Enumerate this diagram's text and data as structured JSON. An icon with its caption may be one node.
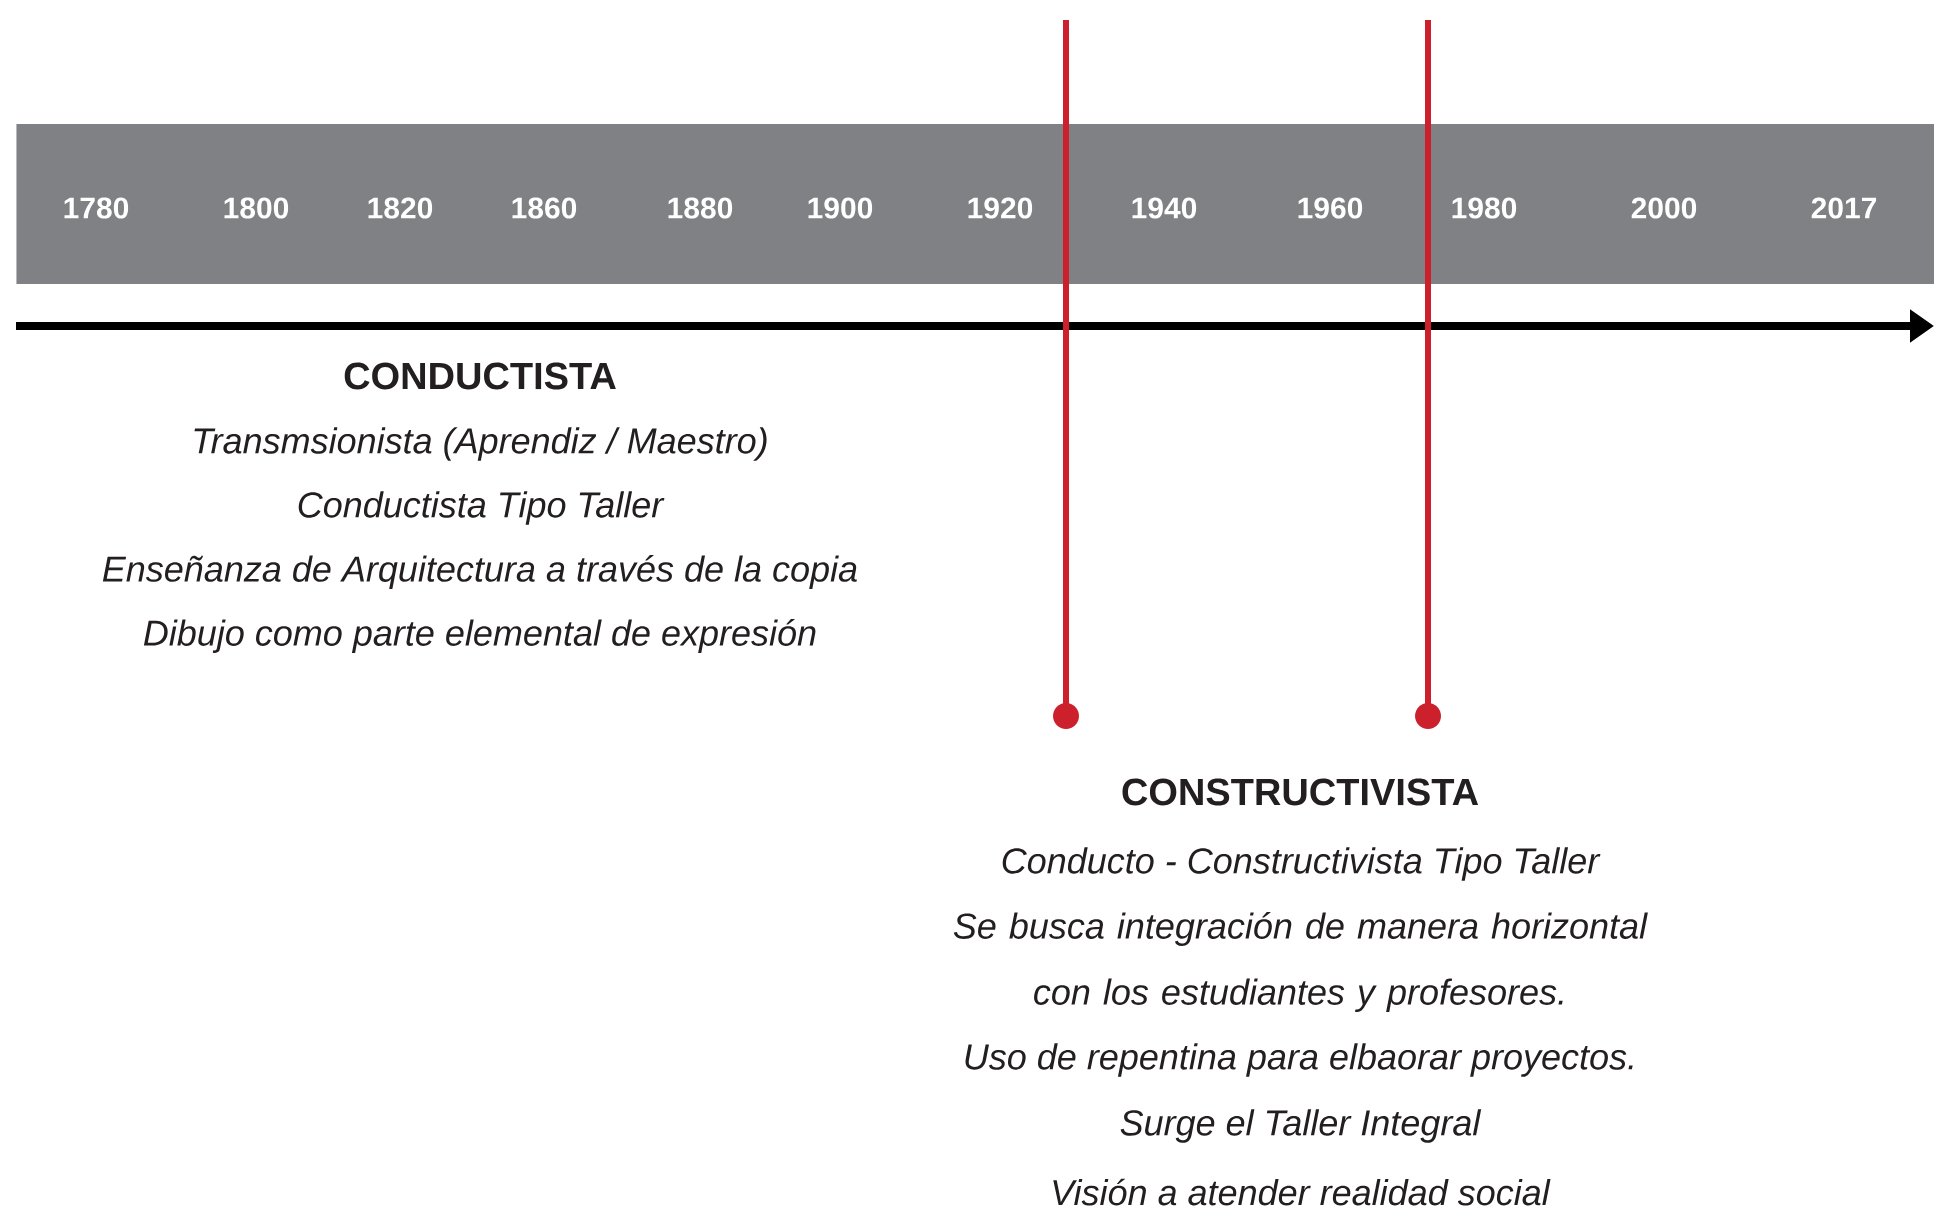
{
  "diagram": {
    "nodes": [
      {
        "text": [
          "1780",
          "1800",
          "1820",
          "1860",
          "1880",
          "1900",
          "1920",
          "1940",
          "1960",
          "1980",
          "2000",
          "2017"
        ]
      }
    ],
    "labels": [
      "CONDUCTISTA",
      "Transmsionista (Aprendiz / Maestro)",
      "Conductista Tipo Taller",
      "Enseñanza de Arquitectura a través de la copia",
      "Dibujo como parte elemental de expresión",
      "CONSTRUCTIVISTA",
      "Conducto - Constructivista Tipo Taller",
      "Se busca integración de manera horizontal con los estudiantes y profesores.",
      "Uso de repentina para elbaorar proyectos.",
      "Surge el Taller Integral",
      "Visión a atender realidad social"
    ]
  }
}
